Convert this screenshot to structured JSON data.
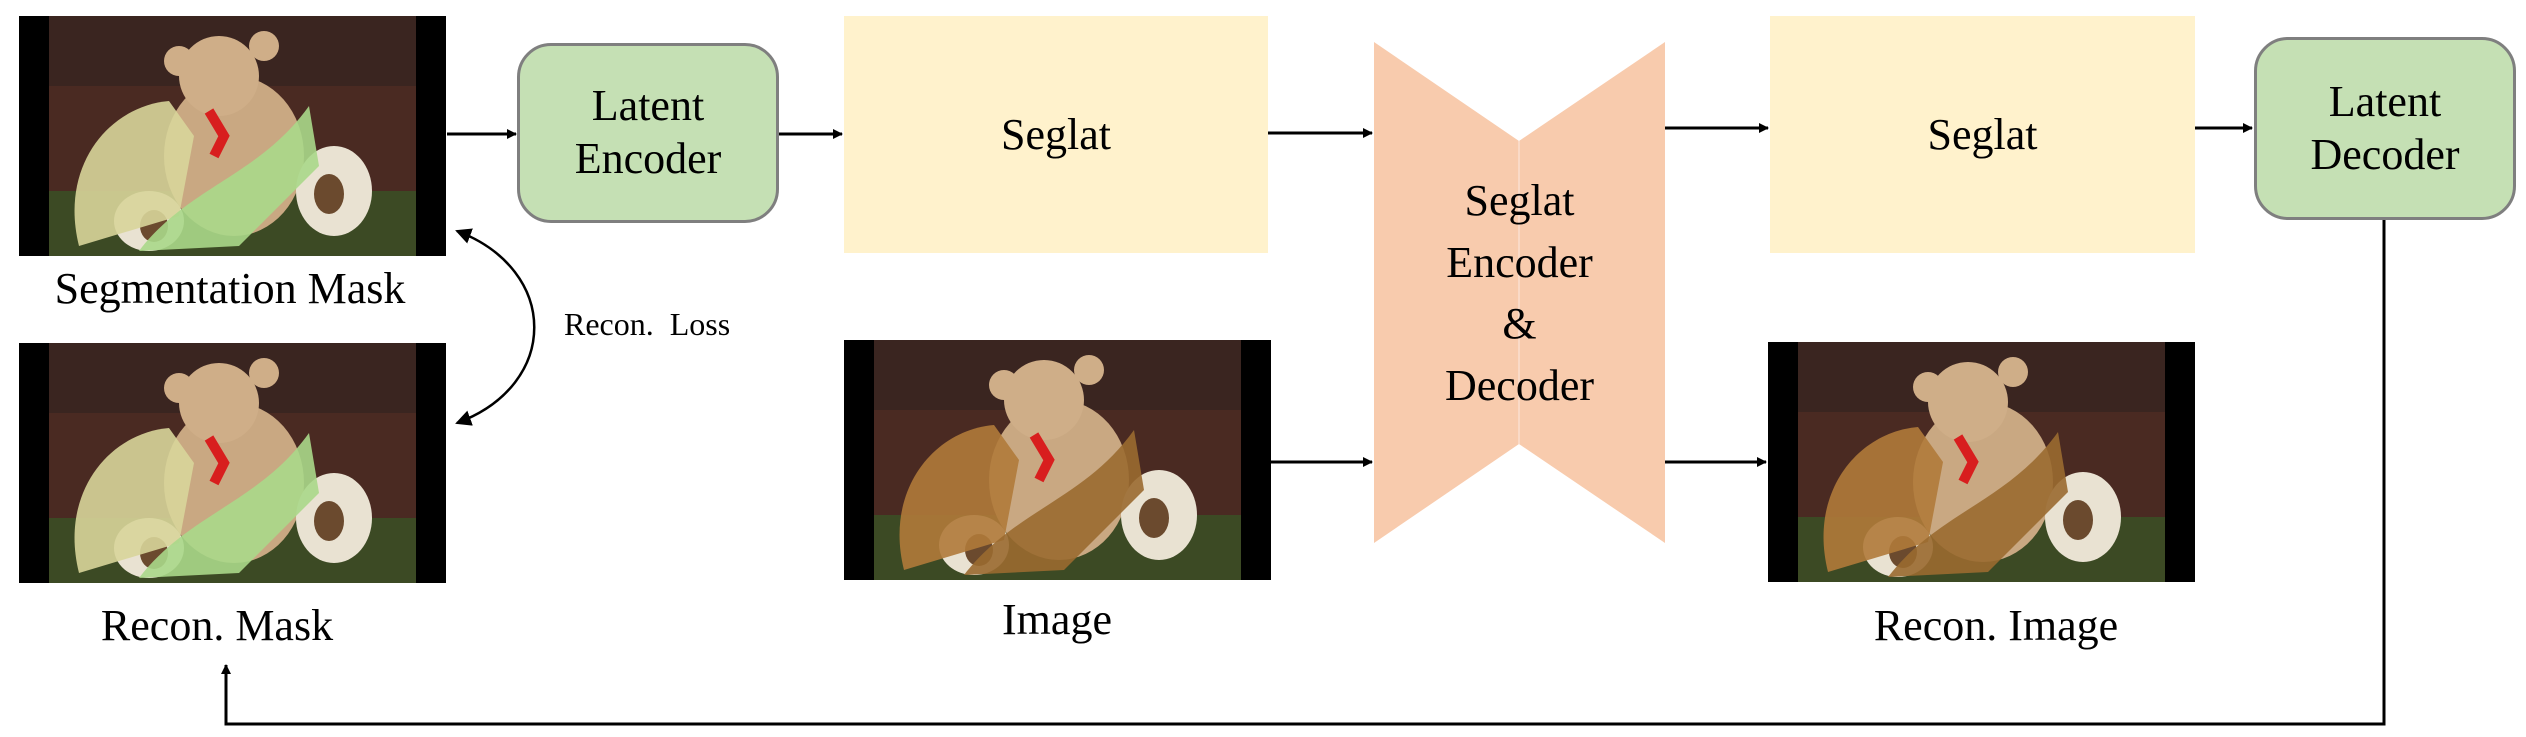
{
  "inputs": {
    "segmentation_mask_label": "Segmentation Mask",
    "recon_mask_label": "Recon. Mask",
    "image_label": "Image",
    "recon_image_label": "Recon. Image"
  },
  "blocks": {
    "latent_encoder": [
      "Latent",
      "Encoder"
    ],
    "seglat_top": "Seglat",
    "seglat_out": "Seglat",
    "seglat_codec": [
      "Seglat",
      "Encoder",
      "&",
      "Decoder"
    ],
    "latent_decoder": [
      "Latent",
      "Decoder"
    ]
  },
  "loss_label": "Recon.  Loss",
  "colors": {
    "green_block": "#c5e0b4",
    "seglat_block": "#fff2cc",
    "hourglass": "#f8cbad"
  }
}
